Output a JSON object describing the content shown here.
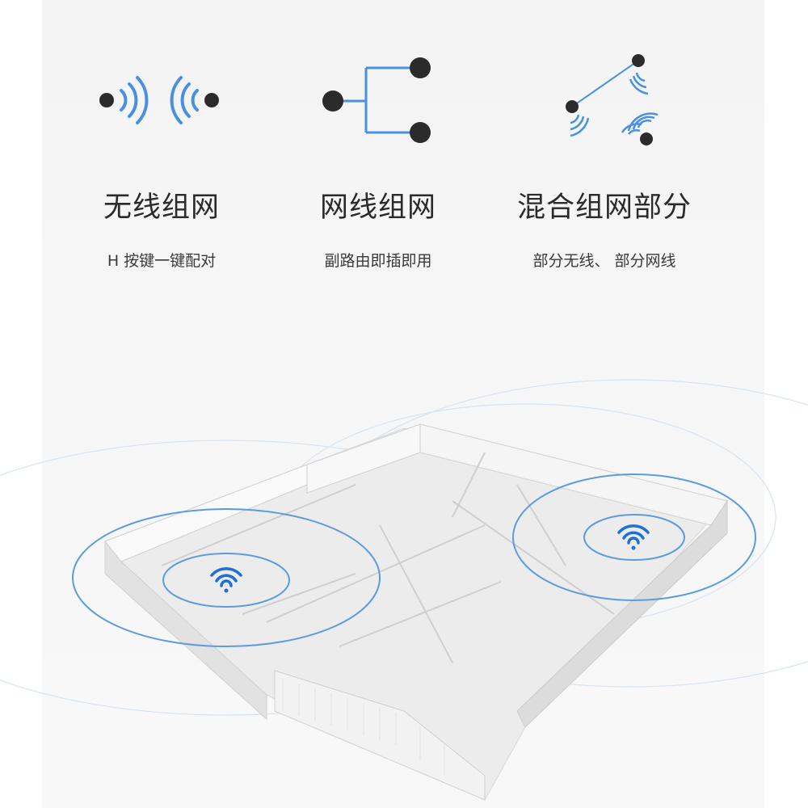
{
  "modes": [
    {
      "title": "无线组网",
      "subtitle": "H 按键一键配对",
      "icon": "wireless-pair-icon"
    },
    {
      "title": "网线组网",
      "subtitle": "副路由即插即用",
      "icon": "wired-tree-icon"
    },
    {
      "title": "混合组网部分",
      "subtitle": "部分无线、 部分网线",
      "icon": "hybrid-network-icon"
    }
  ],
  "colors": {
    "accent": "#4a90e2",
    "node": "#2b2b2b",
    "ring": "#8fb8e8",
    "wifi": "#1f6fd6"
  }
}
